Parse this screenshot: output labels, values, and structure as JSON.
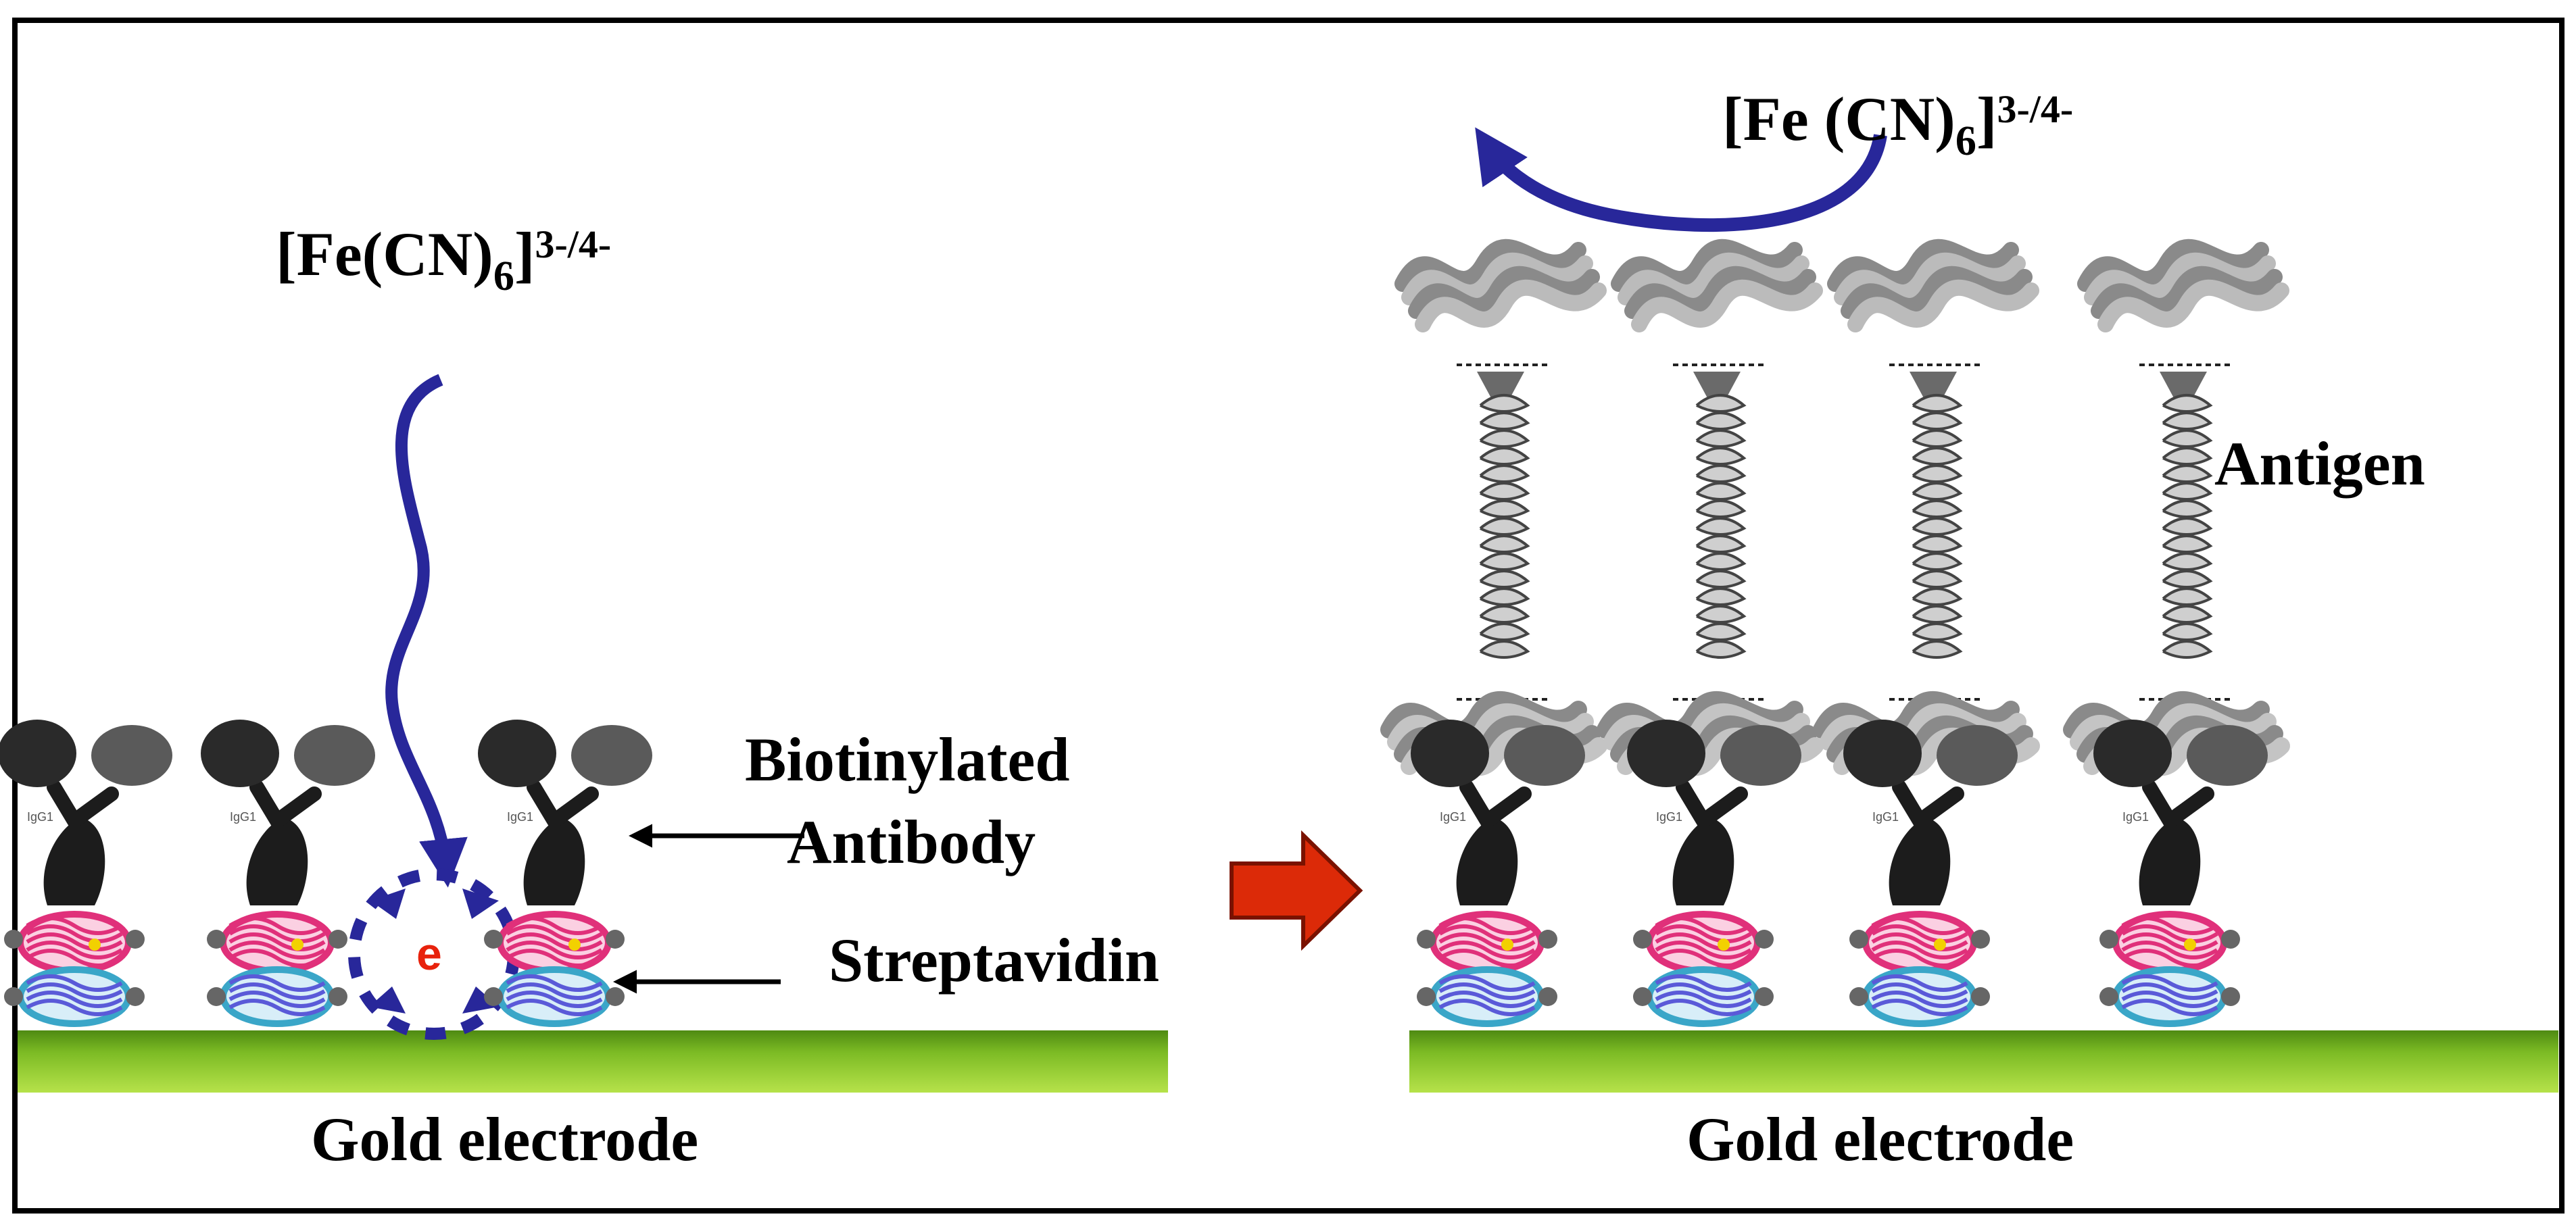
{
  "colors": {
    "frame": "#000000",
    "electrode_light": "#a8dc3c",
    "electrode_dark": "#4e8a12",
    "flow_arrow": "#28279a",
    "electron_text": "#e8220c",
    "transition_arrow": "#dc2a08",
    "streptavidin_pink": "#e0307a",
    "streptavidin_blue": "#3aa6c8",
    "antibody": "#1c1c1c",
    "antigen": "#8a8a8a"
  },
  "icons": {
    "transition": "right-arrow-icon",
    "electron": "electron-icon",
    "antibody": "antibody-icon",
    "streptavidin": "streptavidin-icon",
    "antigen": "antigen-protein-icon"
  },
  "left_panel": {
    "redox_probe": {
      "main": "[Fe(CN)",
      "subscript": "6",
      "rest": "]",
      "superscript": "3-/4-"
    },
    "electron": "e",
    "antibody_label_line1": "Biotinylated",
    "antibody_label_line2": "Antibody",
    "streptavidin_label": "Streptavidin",
    "electrode_label": "Gold electrode",
    "antibody_tag": "IgG1"
  },
  "right_panel": {
    "redox_probe": {
      "main": "[Fe (CN)",
      "subscript": "6",
      "rest": "]",
      "superscript": "3-/4-"
    },
    "antigen_label": "Antigen",
    "electrode_label": "Gold electrode",
    "antibody_tag": "IgG1"
  }
}
